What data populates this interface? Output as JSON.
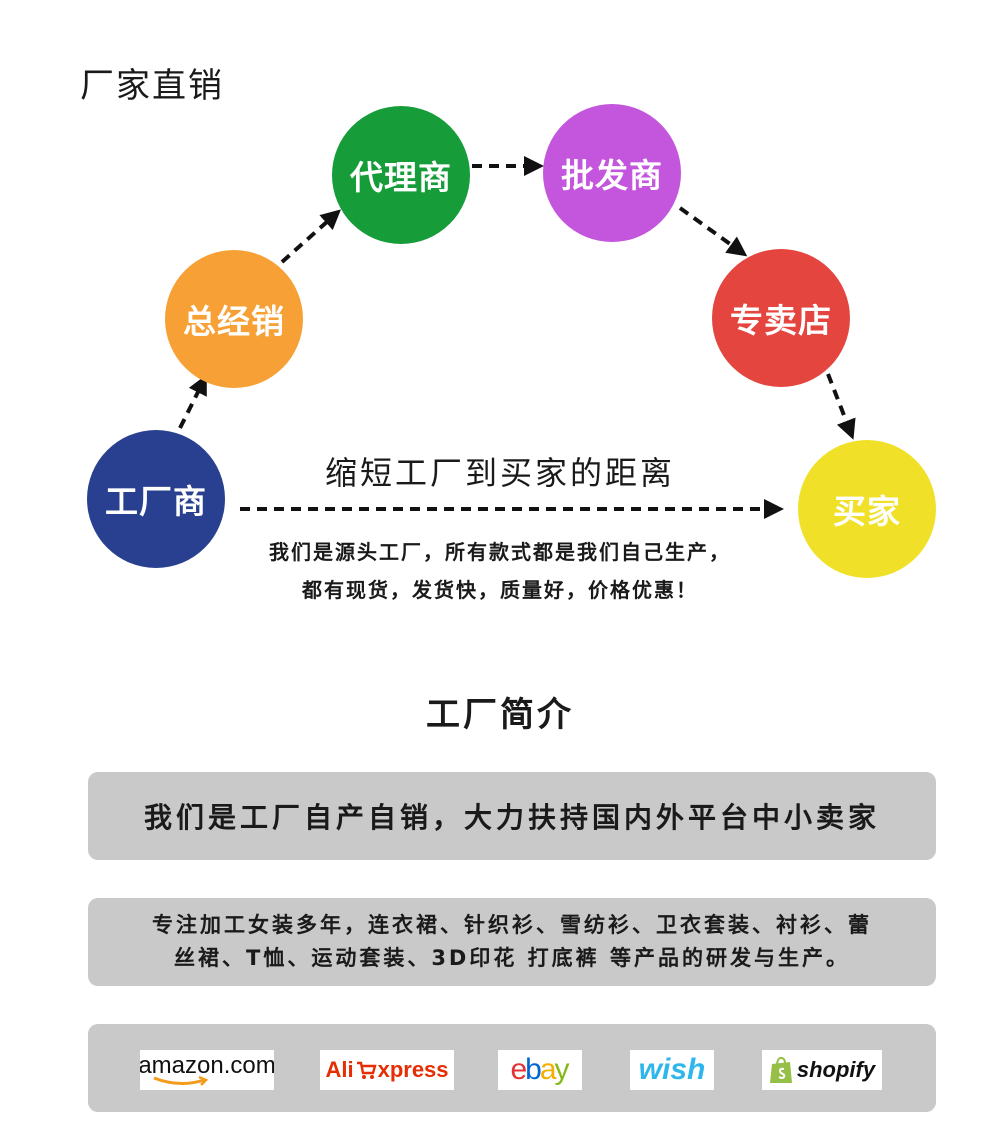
{
  "page_title": "厂家直销",
  "flow": {
    "nodes": [
      {
        "label": "工厂商",
        "color": "#28408f"
      },
      {
        "label": "总经销",
        "color": "#f7a036"
      },
      {
        "label": "代理商",
        "color": "#179c3a"
      },
      {
        "label": "批发商",
        "color": "#c455dd"
      },
      {
        "label": "专卖店",
        "color": "#e4463f"
      },
      {
        "label": "买家",
        "color": "#f0e128"
      }
    ],
    "caption": "缩短工厂到买家的距离",
    "description_line1": "我们是源头工厂，所有款式都是我们自己生产，",
    "description_line2": "都有现货，发货快，质量好，价格优惠！"
  },
  "section": {
    "title": "工厂简介",
    "panel1": "我们是工厂自产自销，大力扶持国内外平台中小卖家",
    "panel2_line1": "专注加工女装多年，连衣裙、针织衫、雪纺衫、卫衣套装、衬衫、蕾",
    "panel2_line2": "丝裙、T恤、运动套装、3D印花 打底裤 等产品的研发与生产。"
  },
  "platforms": {
    "amazon": "amazon.com",
    "aliexpress_ali": "Ali",
    "aliexpress_xpress": "xpress",
    "ebay": [
      "e",
      "b",
      "a",
      "y"
    ],
    "wish": "wish",
    "shopify": "shopify"
  },
  "colors": {
    "panel_bg": "#c9c9c9",
    "arrow": "#111111",
    "ebay": [
      "#e53238",
      "#0064d2",
      "#f5af02",
      "#86b817"
    ],
    "wish": "#2fb7ec",
    "aliexpress_red": "#e62e04",
    "shopify_green": "#95bf47"
  }
}
